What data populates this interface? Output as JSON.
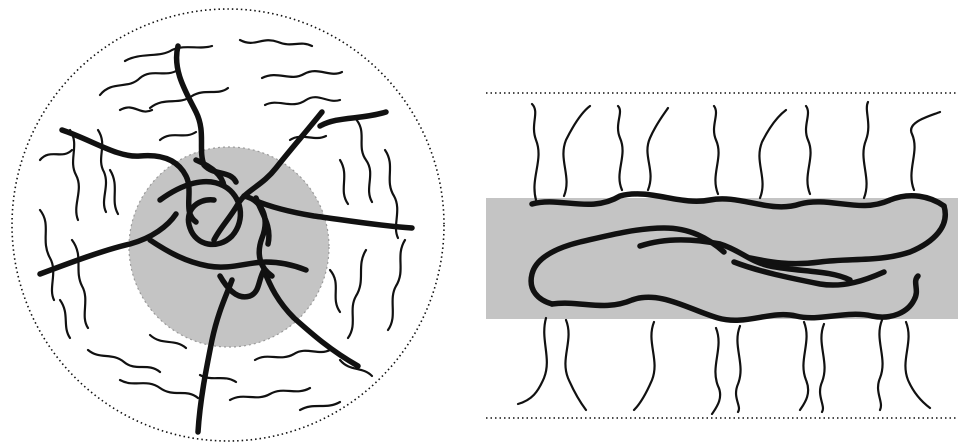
{
  "colors": {
    "ink": "#111111",
    "core_fill": "#c4c4c4",
    "background": "#ffffff"
  },
  "panels": [
    {
      "name": "spherical-micelle",
      "shape": "circle"
    },
    {
      "name": "bilayer-micelle",
      "shape": "band"
    }
  ]
}
